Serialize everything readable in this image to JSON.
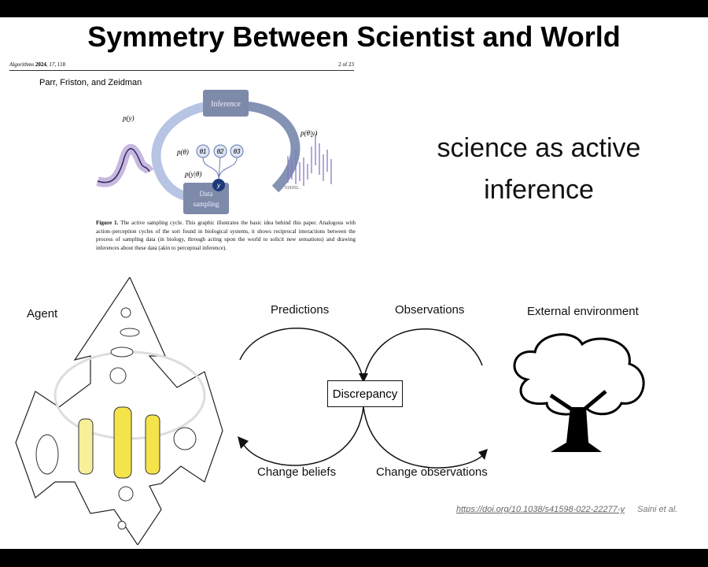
{
  "slide": {
    "title": "Symmetry Between Scientist and World",
    "subtitle": "science as active inference"
  },
  "paper": {
    "journal": "Algorithms",
    "year": "2024",
    "volume": "17",
    "article": "118",
    "page": "2 of 23",
    "authors": "Parr, Friston, and Zeidman",
    "figure": {
      "inference": "Inference",
      "data_sampling": "Data sampling",
      "p_y": "p(y)",
      "y": "y",
      "p_theta": "p(θ)",
      "theta1": "θ1",
      "theta2": "θ2",
      "theta3": "θ3",
      "p_y_given_theta": "p(y|θ)",
      "p_theta_given_y": "p(θ|y)",
      "theta_axis": "θ1θ2θ3..."
    },
    "caption_label": "Figure 1.",
    "caption": "The active sampling cycle. This graphic illustrates the basic idea behind this paper. Analogous with action–perception cycles of the sort found in biological systems, it shows reciprocal interactions between the process of sampling data (in biology, through acting upon the world to solicit new sensations) and drawing inferences about these data (akin to perceptual inference)."
  },
  "diagram": {
    "agent": "Agent",
    "predictions": "Predictions",
    "observations": "Observations",
    "external": "External environment",
    "discrepancy": "Discrepancy",
    "change_beliefs": "Change beliefs",
    "change_observations": "Change observations"
  },
  "citation": {
    "doi": "https://doi.org/10.1038/s41598-022-22277-y",
    "authors": "Saini et al."
  }
}
